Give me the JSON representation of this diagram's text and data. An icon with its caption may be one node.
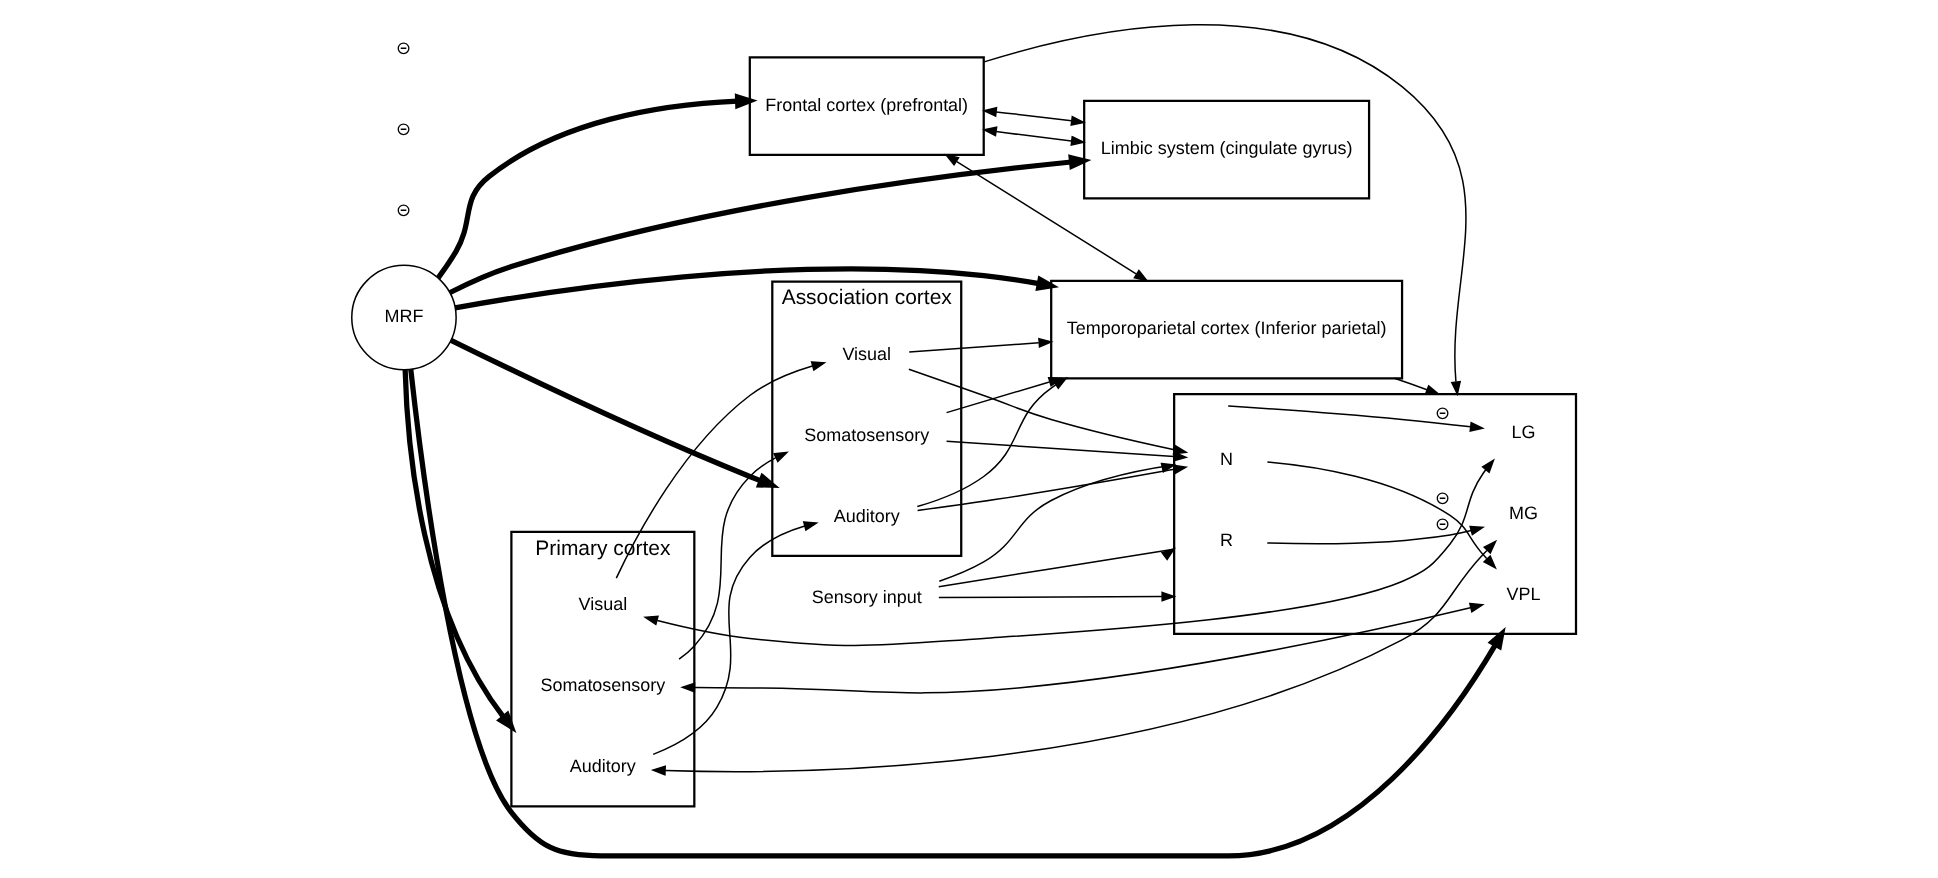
{
  "diagram": {
    "nodes": [
      {
        "text": [
          "Frontal cortex (prefrontal)"
        ]
      },
      {
        "text": [
          "Temporoparietal cortex (Inferior parietal)"
        ]
      },
      {
        "text": [
          "Association cortex"
        ]
      },
      {
        "text": [
          "Visual"
        ],
        "in": 2
      },
      {
        "text": [
          "Auditory"
        ],
        "in": 2
      },
      {
        "text": [
          "Somatosensory"
        ],
        "in": 2
      },
      {
        "text": [
          "Primary cortex"
        ]
      },
      {
        "text": [
          "Visual"
        ],
        "in": 6
      },
      {
        "text": [
          "Auditory"
        ],
        "in": 6
      },
      {
        "text": [
          "Somatosensory"
        ],
        "in": 6
      },
      {
        "text": [
          "Limbic system (cingulate gyrus)"
        ]
      },
      {
        "text": [
          "MRF"
        ]
      },
      {
        "text": [],
        "shape": "box"
      },
      {
        "text": [
          "N"
        ],
        "in": 12
      },
      {
        "text": [
          "R"
        ],
        "in": 12
      },
      {
        "text": [
          "VPL"
        ],
        "in": 12
      },
      {
        "text": [
          "MG"
        ],
        "in": 12
      },
      {
        "text": [
          "LG"
        ],
        "in": 12
      },
      {
        "text": [
          "Sensory input"
        ]
      }
    ],
    "edges": [
      {
        "from": 0,
        "to": 1,
        "arrow": "both"
      },
      {
        "from": 3,
        "to": 1,
        "arrow": "to"
      },
      {
        "from": 4,
        "to": 1,
        "arrow": "to"
      },
      {
        "from": 5,
        "to": 1,
        "arrow": "to"
      },
      {
        "from": 7,
        "to": 3,
        "arrow": "to"
      },
      {
        "from": 8,
        "to": 4,
        "arrow": "to"
      },
      {
        "from": 9,
        "to": 5,
        "arrow": "to"
      },
      {
        "from": 7,
        "to": 17,
        "arrow": "both"
      },
      {
        "from": 8,
        "to": 16,
        "arrow": "both"
      },
      {
        "from": 9,
        "to": 15,
        "arrow": "both"
      },
      {
        "from": 0,
        "to": 10,
        "arrow": "both"
      },
      {
        "from": 0,
        "to": 10,
        "arrow": "both"
      },
      {
        "from": 11,
        "to": 0,
        "arrow": "to",
        "style": "thick"
      },
      {
        "from": 11,
        "to": 1,
        "arrow": "to",
        "style": "thick"
      },
      {
        "from": 11,
        "to": 2,
        "arrow": "to",
        "style": "thick"
      },
      {
        "from": 11,
        "to": 6,
        "arrow": "to",
        "style": "thick"
      },
      {
        "from": 11,
        "to": 10,
        "arrow": "to",
        "style": "thick"
      },
      {
        "from": 11,
        "to": 12,
        "arrow": "to",
        "style": "thick"
      },
      {
        "from": 0,
        "to": 12,
        "arrow": "to"
      },
      {
        "from": 1,
        "to": 12,
        "arrow": "to"
      },
      {
        "from": 3,
        "to": 13,
        "arrow": "to"
      },
      {
        "from": 4,
        "to": 13,
        "arrow": "to"
      },
      {
        "from": 5,
        "to": 13,
        "arrow": "to"
      },
      {
        "from": 13,
        "to": 15,
        "arrow": "to",
        "label": "⊝"
      },
      {
        "from": 14,
        "to": 16,
        "arrow": "to",
        "label": "⊝"
      },
      {
        "from": 12,
        "to": 17,
        "arrow": "to",
        "label": "⊝"
      },
      {
        "from": 18,
        "to": 12,
        "arrow": "to"
      },
      {
        "from": 18,
        "to": 12,
        "arrow": "to"
      },
      {
        "from": 18,
        "to": 12,
        "arrow": "to"
      }
    ],
    "labels": [
      "⊝",
      "⊝",
      "⊝"
    ]
  }
}
